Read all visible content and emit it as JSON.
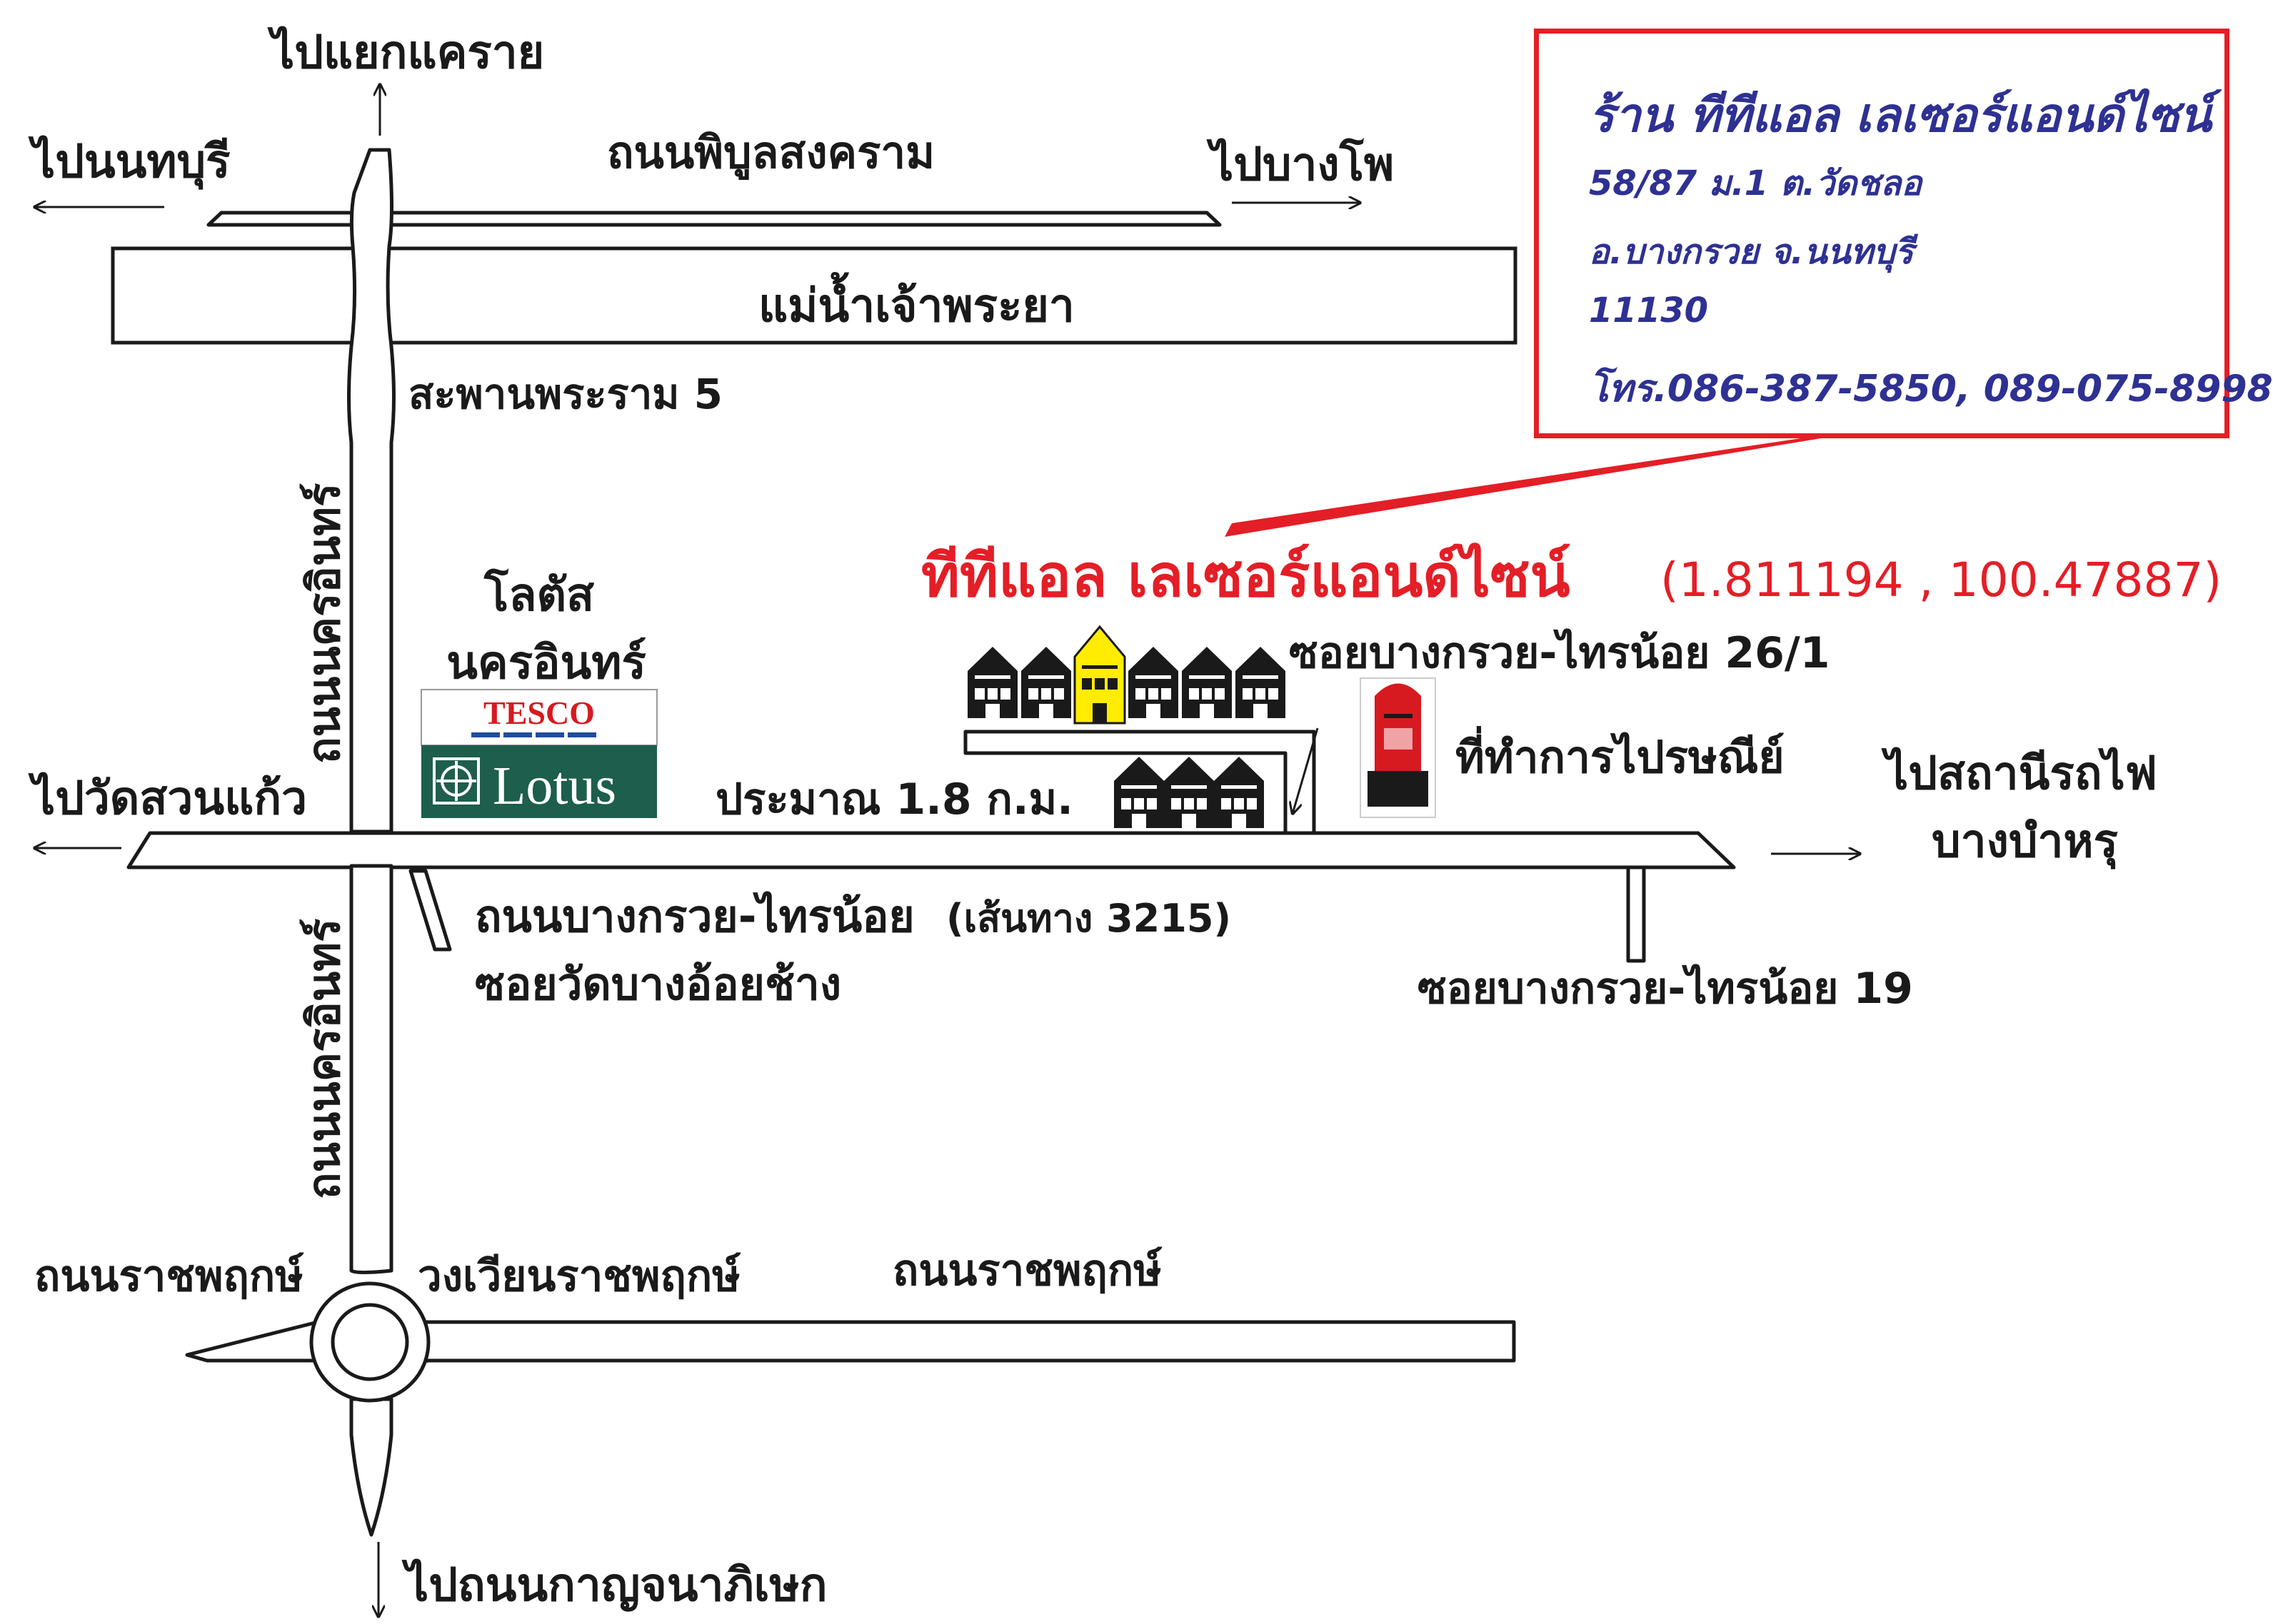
{
  "info_box": {
    "shop_name": "ร้าน ทีทีแอล เลเซอร์แอนด์ไซน์",
    "address_line1": "58/87 ม.1 ต.วัดชลอ",
    "address_line2": "อ.บางกรวย จ.นนทบุรี",
    "postcode": "11130",
    "phone": "โทร.086-387-5850, 089-075-8998"
  },
  "destination": {
    "name": "ทีทีแอล เลเซอร์แอนด์ไซน์",
    "coordinates": "(1.811194 , 100.47887)"
  },
  "labels": {
    "to_khae_rai": "ไปแยกแคราย",
    "to_nonthaburi": "ไปนนทบุรี",
    "to_bang_pho": "ไปบางโพ",
    "pibulsongkram_road": "ถนนพิบูลสงคราม",
    "chao_phraya_river": "แม่น้ำเจ้าพระยา",
    "rama5_bridge": "สะพานพระราม 5",
    "nakhon_in_road_upper": "ถนนนครอินทร์",
    "nakhon_in_road_lower": "ถนนนครอินทร์",
    "lotus_name_line1": "โลตัส",
    "lotus_name_line2": "นครอินทร์",
    "tesco_logo": "TESCO",
    "lotus_logo": "Lotus",
    "to_wat_suan_kaeo": "ไปวัดสวนแก้ว",
    "distance": "ประมาณ 1.8 ก.ม.",
    "soi_26_1": "ซอยบางกรวย-ไทรน้อย 26/1",
    "post_office": "ที่ทำการไปรษณีย์",
    "to_station_line1": "ไปสถานีรถไฟ",
    "to_station_line2": "บางบำหรุ",
    "bang_kruai_road": "ถนนบางกรวย-ไทรน้อย",
    "route_number": "(เส้นทาง 3215)",
    "soi_wat_bang_oi_chang": "ซอยวัดบางอ้อยช้าง",
    "soi_19": "ซอยบางกรวย-ไทรน้อย 19",
    "ratchaphruek_road_left": "ถนนราชพฤกษ์",
    "ratchaphruek_circle": "วงเวียนราชพฤกษ์",
    "ratchaphruek_road_right": "ถนนราชพฤกษ์",
    "to_kanchanaphisek": "ไปถนนกาญจนาภิเษก"
  },
  "colors": {
    "frame_red": "#e41e26",
    "title_red": "#e41e26",
    "info_blue": "#2e3192",
    "lotus_green": "#1e5e4c",
    "tesco_red": "#d71920",
    "tesco_blue": "#1f4e9c",
    "highlight_house": "#ffec00",
    "road_outline": "#1a1a1a"
  },
  "icons": [
    "post-box-icon",
    "house-icon",
    "arrow-icon"
  ]
}
